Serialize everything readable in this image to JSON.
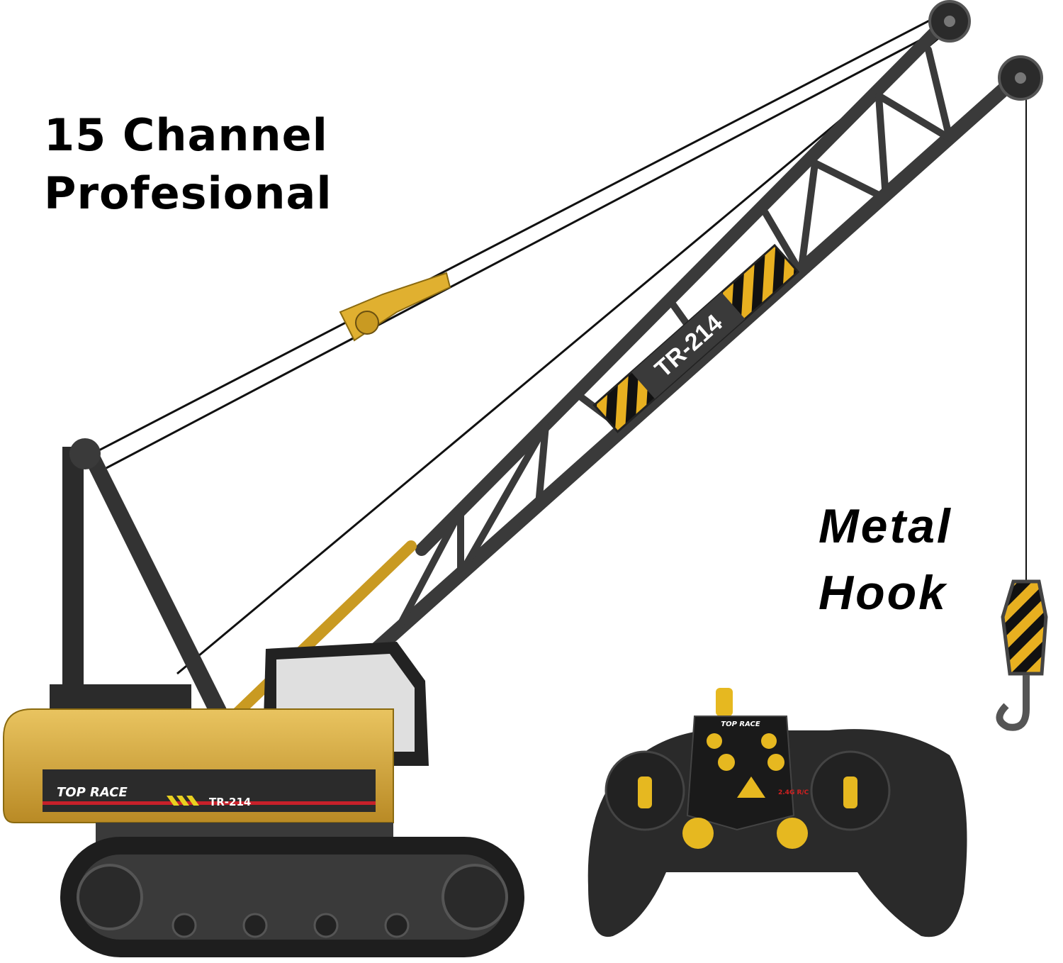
{
  "callouts": {
    "channel_line1": "15 Channel",
    "channel_line2": "Profesional",
    "hook_line1": "Metal",
    "hook_line2": "Hook"
  },
  "crane": {
    "model_label": "TR-214",
    "boom_label": "TR-214",
    "brand_logo": "TOP RACE",
    "body_color": "#d8ac3e",
    "boom_color": "#3a3a3a",
    "stripe_color": "#e8b020"
  },
  "remote": {
    "brand_logo": "TOP RACE",
    "frequency_label": "2.4G R/C",
    "body_color": "#2a2a2a",
    "button_color": "#e6b820"
  }
}
